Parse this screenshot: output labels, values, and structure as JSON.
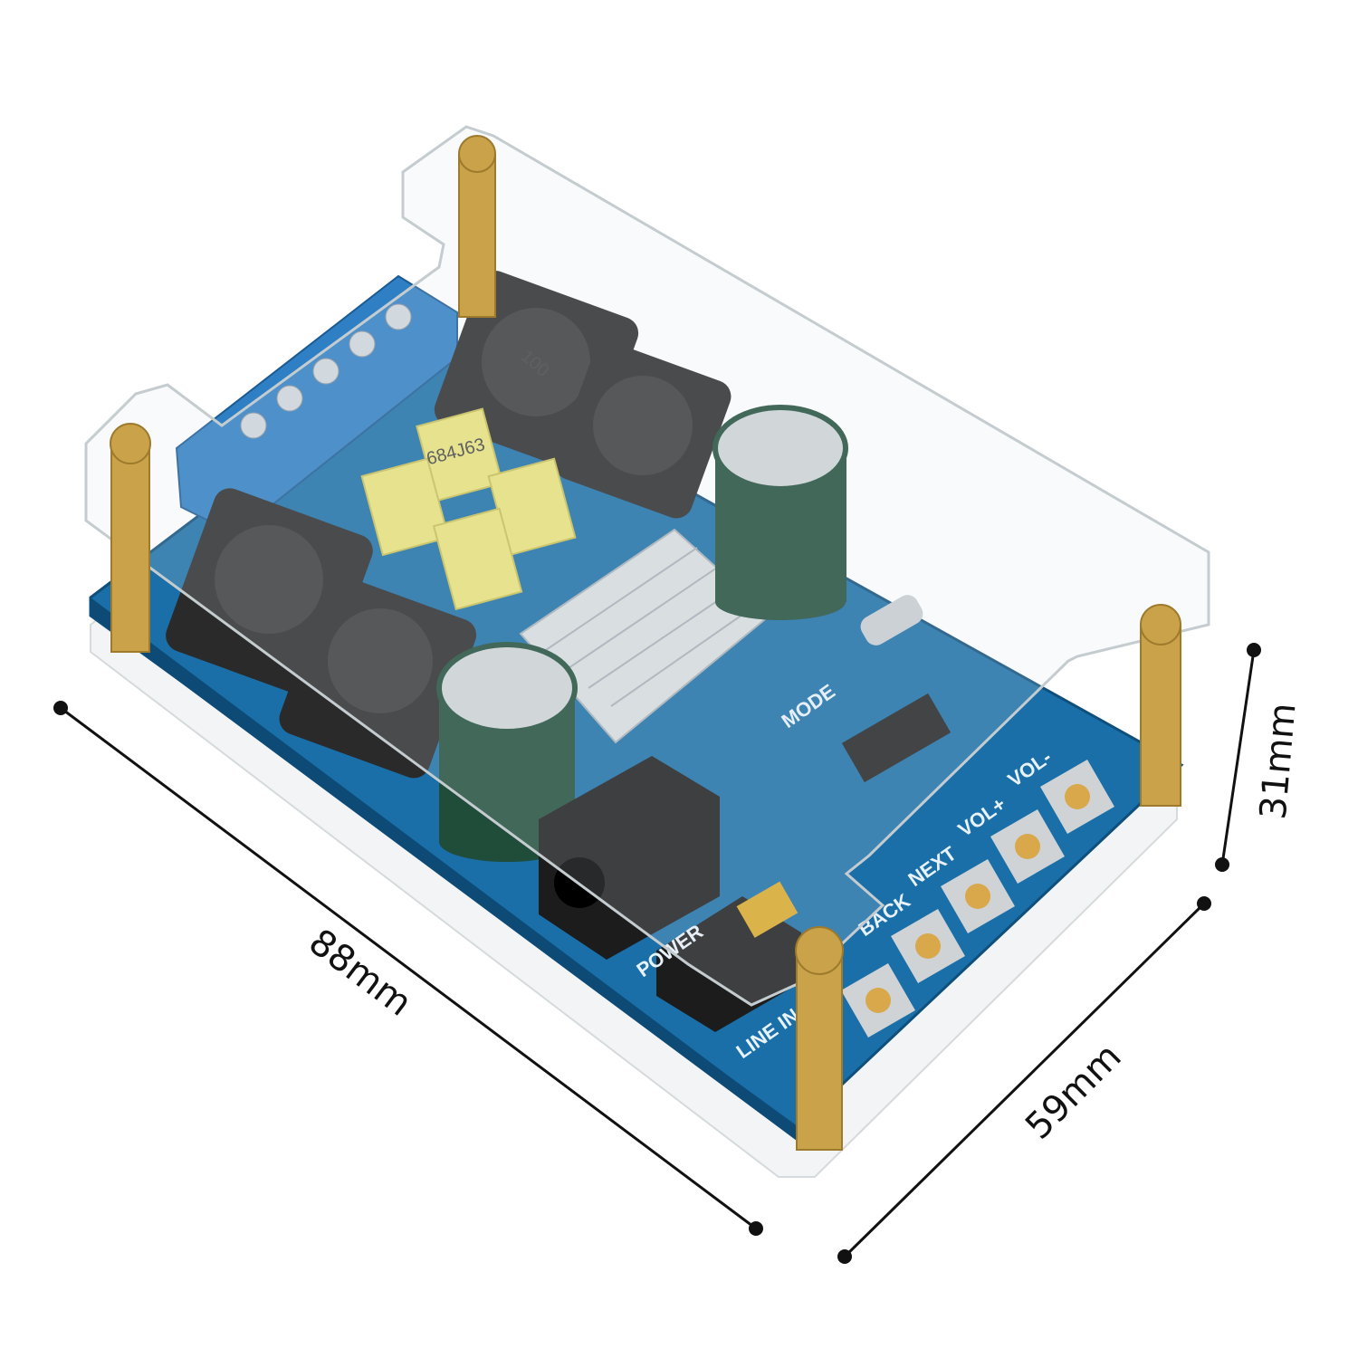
{
  "dimensions": {
    "length": "88mm",
    "width": "59mm",
    "height": "31mm"
  },
  "board_labels": {
    "power": "POWER",
    "line_in": "LINE IN",
    "back": "BACK",
    "next": "NEXT",
    "vol_up": "VOL+",
    "vol_down": "VOL-",
    "mode": "MODE",
    "inductor": "100",
    "capacitor": "684J63"
  },
  "colors": {
    "pcb": "#1a6fa8",
    "terminal": "#2f7fc4",
    "inductor": "#2a2a2a",
    "film_cap": "#e8e27a",
    "electrolytic": "#1f4d3a",
    "standoff": "#c9a24a"
  }
}
